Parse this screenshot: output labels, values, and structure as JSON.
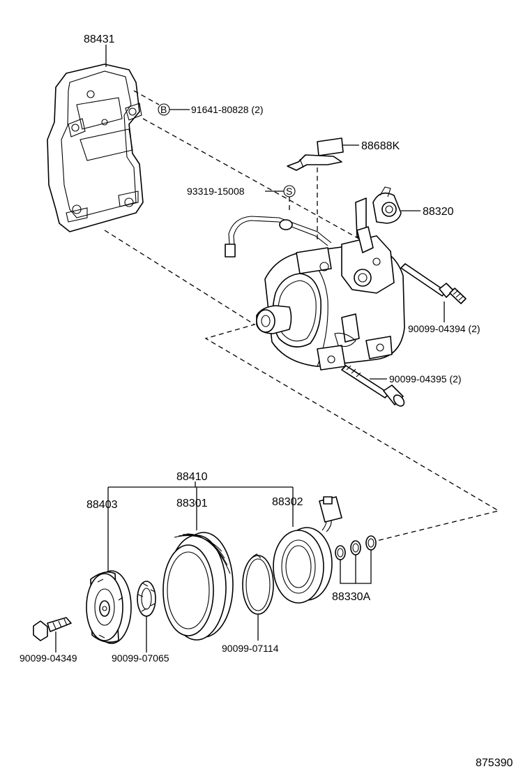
{
  "labels": {
    "bracket": "88431",
    "bracket_bolt": "91641-80828 (2)",
    "bracket_bolt_mark": "B",
    "plate": "88688K",
    "wire_clamp": "93319-15008",
    "wire_clamp_mark": "S",
    "compressor": "88320",
    "stud_bolt": "90099-04394 (2)",
    "bolt_long": "90099-04395 (2)",
    "clutch_assy": "88410",
    "pressure_plate": "88403",
    "pulley": "88301",
    "stator": "88302",
    "shims": "88330A",
    "center_bolt": "90099-04349",
    "spacer": "90099-07065",
    "snap_ring": "90099-07114",
    "drawing_no": "875390"
  }
}
